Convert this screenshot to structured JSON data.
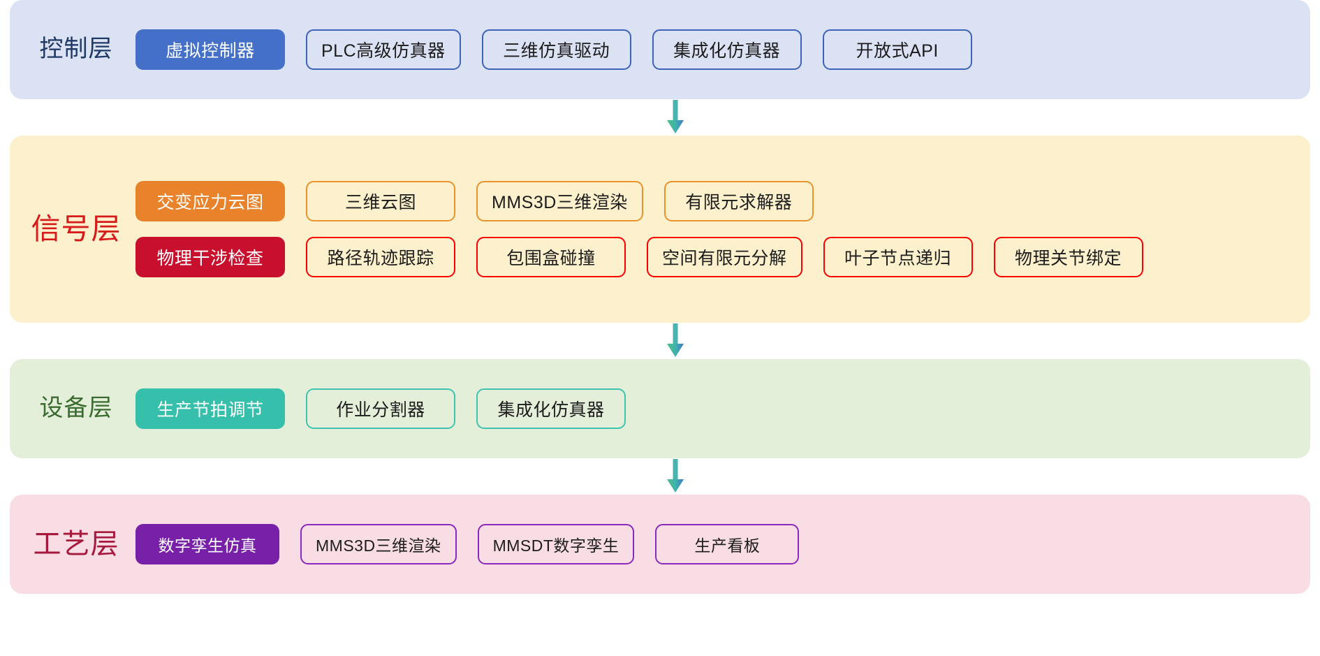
{
  "diagram": {
    "layers": [
      {
        "id": "control",
        "label": "控制层",
        "band_color": "#dbe2f4",
        "label_color": "#1f3864",
        "rows": [
          {
            "accent": "blue",
            "chips": [
              {
                "label": "虚拟控制器",
                "style": "solid"
              },
              {
                "label": "PLC高级仿真器",
                "style": "outline"
              },
              {
                "label": "三维仿真驱动",
                "style": "outline"
              },
              {
                "label": "集成化仿真器",
                "style": "outline"
              },
              {
                "label": "开放式API",
                "style": "outline"
              }
            ]
          }
        ]
      },
      {
        "id": "signal",
        "label": "信号层",
        "band_color": "#fdf0cd",
        "label_color": "#d61b1b",
        "rows": [
          {
            "accent": "orange",
            "chips": [
              {
                "label": "交变应力云图",
                "style": "solid"
              },
              {
                "label": "三维云图",
                "style": "outline"
              },
              {
                "label": "MMS3D三维渲染",
                "style": "outline"
              },
              {
                "label": "有限元求解器",
                "style": "outline"
              }
            ]
          },
          {
            "accent": "red",
            "chips": [
              {
                "label": "物理干涉检查",
                "style": "solid"
              },
              {
                "label": "路径轨迹跟踪",
                "style": "outline"
              },
              {
                "label": "包围盒碰撞",
                "style": "outline"
              },
              {
                "label": "空间有限元分解",
                "style": "outline"
              },
              {
                "label": "叶子节点递归",
                "style": "outline"
              },
              {
                "label": "物理关节绑定",
                "style": "outline"
              }
            ]
          }
        ]
      },
      {
        "id": "device",
        "label": "设备层",
        "band_color": "#e4efda",
        "label_color": "#3a6b2f",
        "rows": [
          {
            "accent": "teal",
            "chips": [
              {
                "label": "生产节拍调节",
                "style": "solid"
              },
              {
                "label": "作业分割器",
                "style": "outline"
              },
              {
                "label": "集成化仿真器",
                "style": "outline"
              }
            ]
          }
        ]
      },
      {
        "id": "process",
        "label": "工艺层",
        "band_color": "#f9dde5",
        "label_color": "#a6193c",
        "rows": [
          {
            "accent": "purple",
            "chips": [
              {
                "label": "数字孪生仿真",
                "style": "solid"
              },
              {
                "label": "MMS3D三维渲染",
                "style": "outline"
              },
              {
                "label": "MMSDT数字孪生",
                "style": "outline"
              },
              {
                "label": "生产看板",
                "style": "outline"
              }
            ]
          }
        ]
      }
    ],
    "connectors": [
      {
        "icon": "arrow-down-icon",
        "from": "control",
        "to": "signal"
      },
      {
        "icon": "arrow-down-icon",
        "from": "signal",
        "to": "device"
      },
      {
        "icon": "arrow-down-icon",
        "from": "device",
        "to": "process"
      }
    ],
    "palette": {
      "arrow_top": "#49b3b0",
      "arrow_green": "#4fbf82",
      "arrow_blue": "#3f78c8",
      "blue_solid": "#4470c9",
      "blue_outline": "#3e63ba",
      "orange_solid": "#e8832c",
      "orange_outline": "#e8932c",
      "red_solid": "#c8102e",
      "red_outline": "#fb0000",
      "teal_solid": "#36bfaa",
      "teal_outline": "#3fc4b0",
      "purple_solid": "#7821a8",
      "purple_outline": "#8b29bd"
    }
  }
}
